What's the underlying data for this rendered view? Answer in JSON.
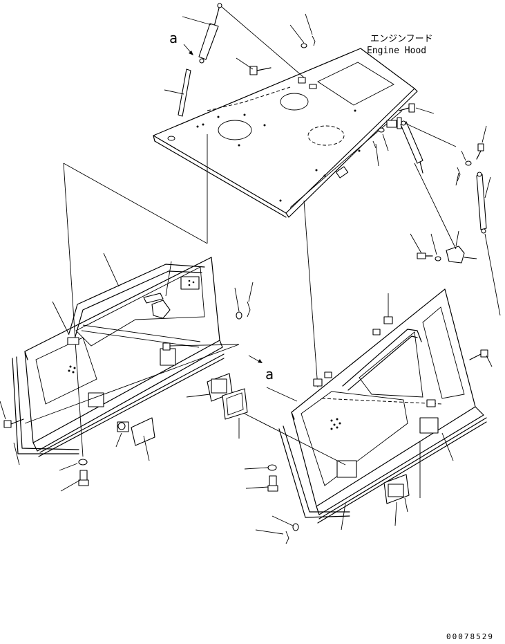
{
  "title_jp": "エンジンフード",
  "title_en": "Engine Hood",
  "ref_mark_top": "a",
  "ref_mark_mid": "a",
  "figure_number": "00078529"
}
